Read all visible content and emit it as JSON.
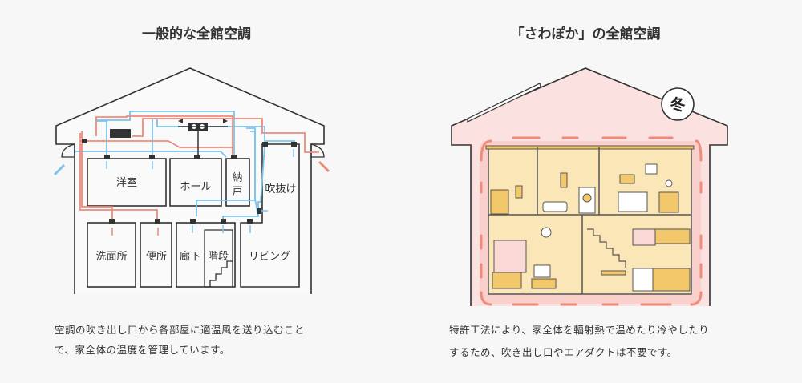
{
  "left": {
    "title": "一般的な全館空調",
    "rooms": {
      "youshitsu": "洋室",
      "hall": "ホール",
      "nando1": "納",
      "nando2": "戸",
      "fukinuke": "吹抜け",
      "senmen": "洗面所",
      "benjo": "便所",
      "rouka": "廊下",
      "kaidan": "階段",
      "living": "リビング"
    },
    "caption": [
      "空調の吹き出し口から各部屋に適温風を送り込むこと",
      "で、家全体の温度を管理しています。"
    ]
  },
  "right": {
    "title": "「さわぽか」の全館空調",
    "season_badge": "冬",
    "caption": [
      "特許工法により、家全体を輻射熱で温めたり冷やしたり",
      "するため、吹き出し口やエアダクトは不要です。"
    ]
  },
  "colors": {
    "warm": "#f08a7a",
    "cool": "#7cc3ec",
    "house_pink": "#fbe1df",
    "interior": "#fbe6b8",
    "furniture": "#f2c86a"
  }
}
